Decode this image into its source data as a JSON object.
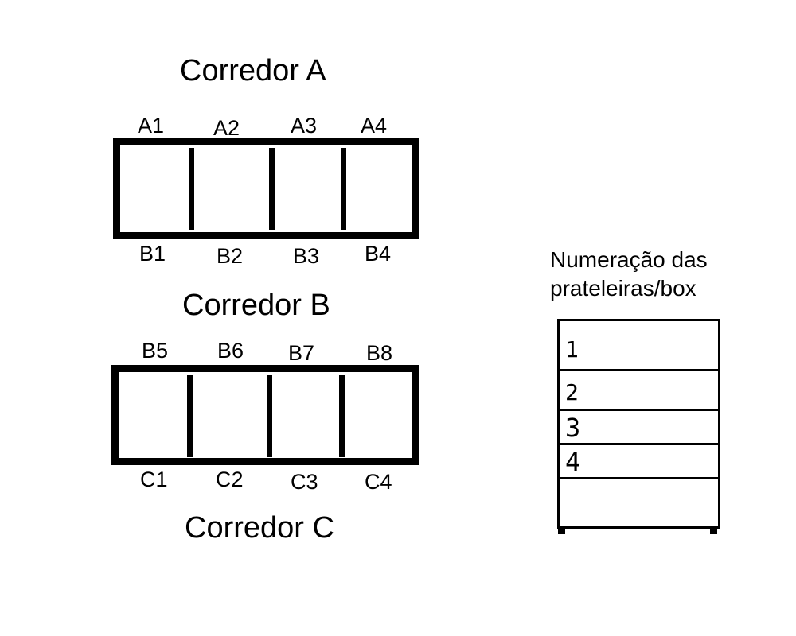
{
  "corridors": {
    "a": "Corredor A",
    "b": "Corredor B",
    "c": "Corredor C"
  },
  "block_top": {
    "top_labels": [
      "A1",
      "A2",
      "A3",
      "A4"
    ],
    "bottom_labels": [
      "B1",
      "B2",
      "B3",
      "B4"
    ]
  },
  "block_bottom": {
    "top_labels": [
      "B5",
      "B6",
      "B7",
      "B8"
    ],
    "bottom_labels": [
      "C1",
      "C2",
      "C3",
      "C4"
    ]
  },
  "legend": {
    "title_line1": "Numeração das",
    "title_line2": "prateleiras/box",
    "shelves": [
      "1",
      "2",
      "3",
      "4"
    ]
  }
}
